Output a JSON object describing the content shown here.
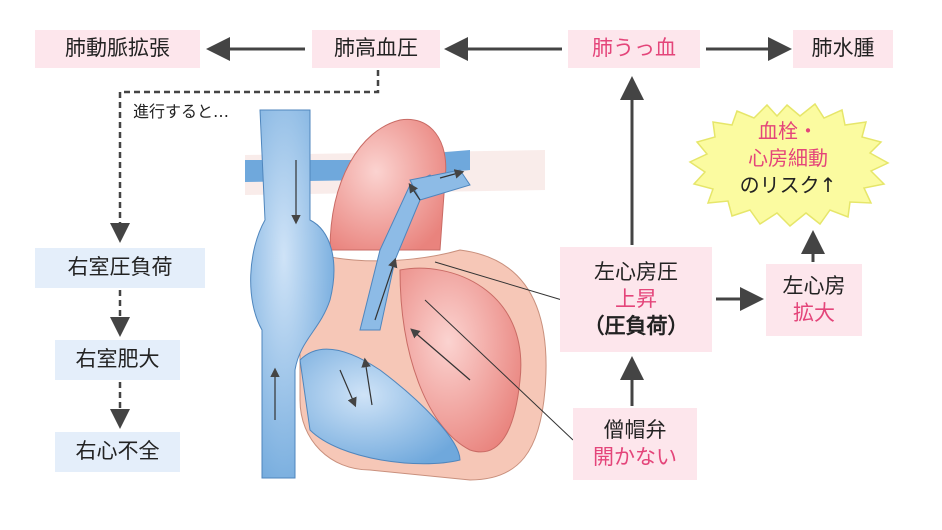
{
  "nodes": {
    "pulmonary_artery_dilation": "肺動脈拡張",
    "pulmonary_hypertension": "肺高血圧",
    "pulmonary_congestion": "肺うっ血",
    "pulmonary_edema": "肺水腫",
    "progression_note": "進行すると…",
    "rv_pressure_overload": "右室圧負荷",
    "rv_hypertrophy": "右室肥大",
    "right_heart_failure": "右心不全",
    "la_pressure": {
      "line1": "左心房圧",
      "line2": "上昇",
      "line3": "（圧負荷）"
    },
    "la": {
      "line1": "左心房",
      "line2": "拡大"
    },
    "mitral_valve": {
      "line1": "僧帽弁",
      "line2": "開かない"
    },
    "risk": {
      "line1": "血栓・",
      "line2": "心房細動",
      "line3": "のリスク↑"
    }
  },
  "colors": {
    "pink_box": "#fde6ec",
    "blue_box": "#e4eefa",
    "accent_red": "#e4457a",
    "arrow": "#444444",
    "burst": "#fbfba0"
  }
}
